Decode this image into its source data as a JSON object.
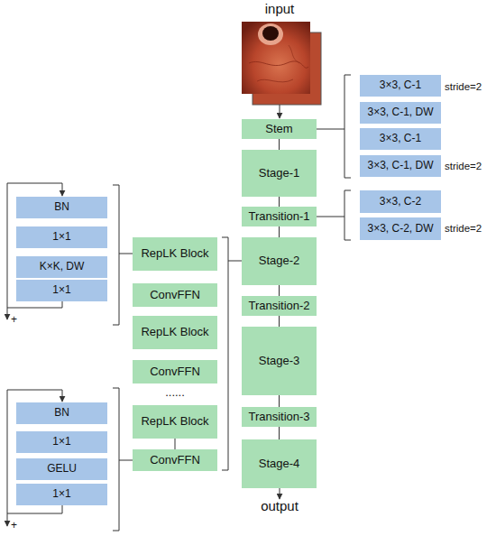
{
  "diagram": {
    "nodes": [
      {
        "text": [
          "Stem"
        ]
      },
      {
        "text": [
          "Stage-1"
        ]
      },
      {
        "text": [
          "Transition-1"
        ]
      },
      {
        "text": [
          "Stage-2"
        ]
      },
      {
        "text": [
          "Transition-2"
        ]
      },
      {
        "text": [
          "Stage-3"
        ]
      },
      {
        "text": [
          "Transition-3"
        ]
      },
      {
        "text": [
          "Stage-4"
        ]
      },
      {
        "text": [
          "3×3, C-1"
        ]
      },
      {
        "text": [
          "3×3, C-1, DW"
        ]
      },
      {
        "text": [
          "3×3, C-1"
        ]
      },
      {
        "text": [
          "3×3, C-1, DW"
        ]
      },
      {
        "text": [
          "3×3, C-2"
        ]
      },
      {
        "text": [
          "3×3, C-2, DW"
        ]
      },
      {
        "text": [
          "RepLK Block"
        ]
      },
      {
        "text": [
          "ConvFFN"
        ]
      },
      {
        "text": [
          "RepLK Block"
        ]
      },
      {
        "text": [
          "ConvFFN"
        ]
      },
      {
        "text": [
          "RepLK Block"
        ]
      },
      {
        "text": [
          "ConvFFN"
        ]
      },
      {
        "text": [
          "BN"
        ]
      },
      {
        "text": [
          "1×1"
        ]
      },
      {
        "text": [
          "K×K, DW"
        ]
      },
      {
        "text": [
          "1×1"
        ]
      },
      {
        "text": [
          "BN"
        ]
      },
      {
        "text": [
          "1×1"
        ]
      },
      {
        "text": [
          "GELU"
        ]
      },
      {
        "text": [
          "1×1"
        ]
      }
    ],
    "edges": [
      {
        "from": 0,
        "to": 1,
        "arrow": "none"
      },
      {
        "from": 1,
        "to": 2,
        "arrow": "none"
      },
      {
        "from": 2,
        "to": 3,
        "arrow": "none"
      },
      {
        "from": 3,
        "to": 4,
        "arrow": "none"
      },
      {
        "from": 4,
        "to": 5,
        "arrow": "none"
      },
      {
        "from": 5,
        "to": 6,
        "arrow": "none"
      },
      {
        "from": 6,
        "to": 7,
        "arrow": "none"
      },
      {
        "from": 18,
        "to": 19,
        "arrow": "none"
      }
    ],
    "labels": [
      "input",
      "output",
      "stride=2",
      "stride=2",
      "stride=2",
      "......",
      "+",
      "+"
    ]
  }
}
